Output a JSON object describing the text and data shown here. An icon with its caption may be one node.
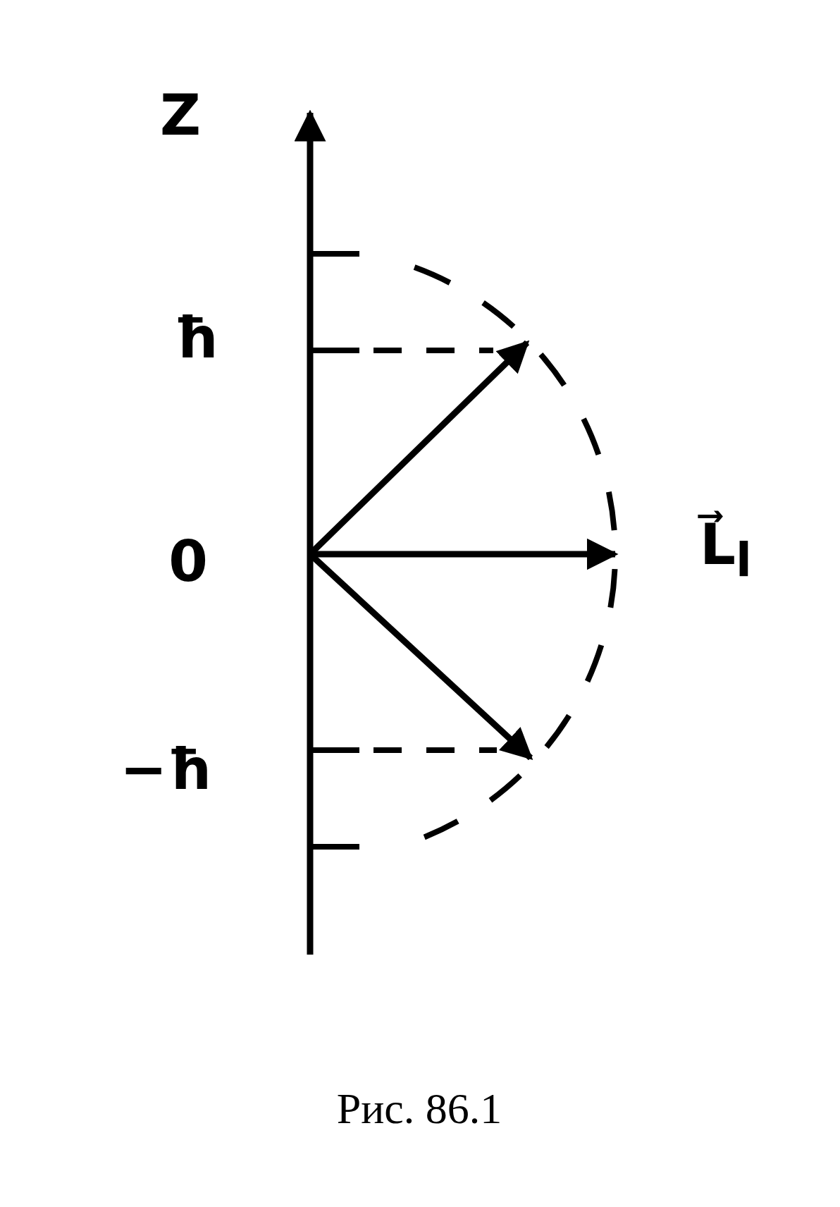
{
  "diagram": {
    "caption": "Рис. 86.1",
    "labels": [
      "Z",
      "ħ",
      "L⃗$_{l}$",
      "0",
      "−ħ"
    ]
  }
}
